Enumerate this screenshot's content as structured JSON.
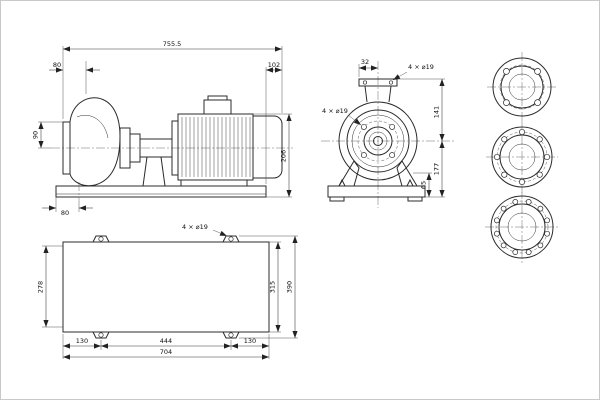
{
  "side_view": {
    "dim_755_5": "755.5",
    "dim_80_top": "80",
    "dim_102": "102",
    "dim_90": "90",
    "dim_206": "206",
    "dim_80_bottom": "80"
  },
  "front_view": {
    "dim_32": "32",
    "holes_top": "4 × ⌀19",
    "holes_center": "4 × ⌀19",
    "dim_141": "141",
    "dim_65": "65",
    "dim_177": "177"
  },
  "plan_view": {
    "holes": "4 × ⌀19",
    "dim_278": "278",
    "dim_315": "315",
    "dim_390": "390",
    "dim_130_left": "130",
    "dim_444": "444",
    "dim_130_right": "130",
    "dim_704": "704"
  }
}
